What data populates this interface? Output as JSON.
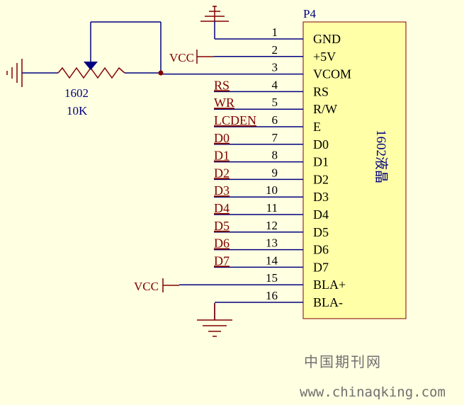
{
  "colors": {
    "background": "#FFFFE1",
    "wire": "#000080",
    "part": "#800000",
    "text": "#000000",
    "chip_fill": "#FFFFA8",
    "chip_border": "#800000",
    "title": "#000080",
    "watermark": "#707070",
    "junction": "#800000"
  },
  "connector": {
    "designator": "P4",
    "part_label": "1602液晶",
    "pins": [
      {
        "number": "1",
        "name": "GND"
      },
      {
        "number": "2",
        "name": "+5V"
      },
      {
        "number": "3",
        "name": "VCOM"
      },
      {
        "number": "4",
        "name": "RS"
      },
      {
        "number": "5",
        "name": "R/W"
      },
      {
        "number": "6",
        "name": "E"
      },
      {
        "number": "7",
        "name": "D0"
      },
      {
        "number": "8",
        "name": "D1"
      },
      {
        "number": "9",
        "name": "D2"
      },
      {
        "number": "10",
        "name": "D3"
      },
      {
        "number": "11",
        "name": "D4"
      },
      {
        "number": "12",
        "name": "D5"
      },
      {
        "number": "13",
        "name": "D6"
      },
      {
        "number": "14",
        "name": "D7"
      },
      {
        "number": "15",
        "name": "BLA+"
      },
      {
        "number": "16",
        "name": "BLA-"
      }
    ]
  },
  "net_labels": [
    "RS",
    "WR",
    "LCDEN",
    "D0",
    "D1",
    "D2",
    "D3",
    "D4",
    "D5",
    "D6",
    "D7"
  ],
  "power": {
    "vcc_top": "VCC",
    "vcc_bottom": "VCC"
  },
  "potentiometer": {
    "name": "1602",
    "value": "10K"
  },
  "watermark": {
    "cn": "中国期刊网",
    "url": "www.chinaqking.com"
  }
}
